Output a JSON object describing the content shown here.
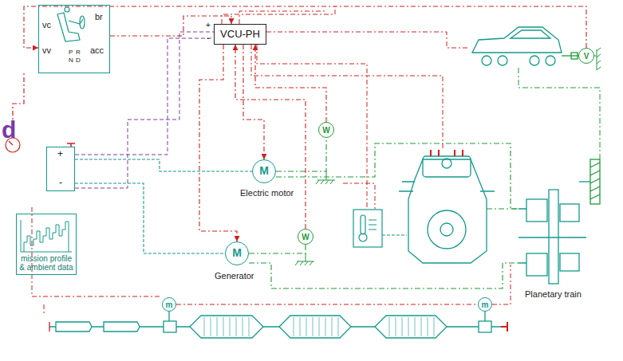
{
  "diagram": {
    "nodes": [
      {
        "text": [
          "vc",
          "vv",
          "br",
          "acc"
        ]
      },
      {
        "text": [
          "VCU-PH"
        ]
      },
      {
        "text": [
          "+",
          "-"
        ]
      },
      {
        "text": [
          "mission profile & ambient data"
        ]
      },
      {
        "text": [
          "M",
          "Electric motor"
        ]
      },
      {
        "text": [
          "W"
        ]
      },
      {
        "text": [
          "M",
          "Generator"
        ]
      },
      {
        "text": [
          "W"
        ]
      },
      {
        "text": [
          "Planetary train"
        ]
      },
      {
        "text": [
          "V"
        ]
      },
      {
        "text": [
          "m"
        ]
      },
      {
        "text": [
          "m"
        ]
      }
    ],
    "edges": [
      {
        "from": 0,
        "to": 1,
        "arrow": "to"
      },
      {
        "from": 1,
        "to": 4,
        "arrow": "to"
      },
      {
        "from": 1,
        "to": 6,
        "arrow": "to"
      },
      {
        "from": 2,
        "to": 4,
        "arrow": "none"
      },
      {
        "from": 2,
        "to": 6,
        "arrow": "none"
      },
      {
        "from": 4,
        "to": 5,
        "arrow": "none"
      },
      {
        "from": 5,
        "to": 1,
        "arrow": "to"
      },
      {
        "from": 6,
        "to": 7,
        "arrow": "none"
      },
      {
        "from": 7,
        "to": 1,
        "arrow": "to"
      },
      {
        "from": 9,
        "to": 0,
        "arrow": "to"
      },
      {
        "from": 4,
        "to": 8,
        "arrow": "none"
      },
      {
        "from": 6,
        "to": 8,
        "arrow": "none"
      },
      {
        "from": 10,
        "to": 11,
        "arrow": "none"
      }
    ],
    "labels": [
      "P",
      "R",
      "N",
      "D",
      "+",
      "-",
      "d"
    ]
  }
}
